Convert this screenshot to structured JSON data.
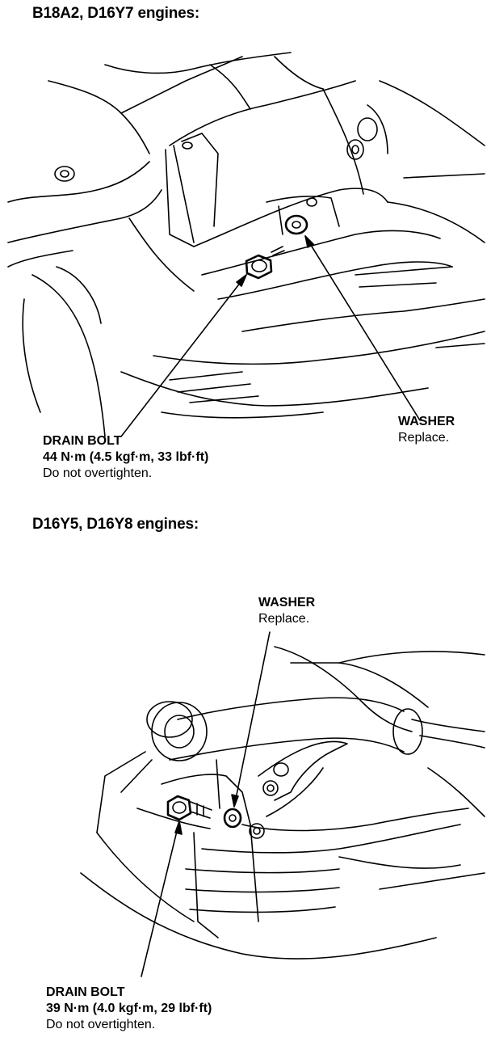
{
  "sections": [
    {
      "heading": "B18A2, D16Y7 engines:",
      "drain_bolt": {
        "name": "DRAIN BOLT",
        "torque": "44 N·m (4.5 kgf·m, 33 lbf·ft)",
        "note": "Do not overtighten."
      },
      "washer": {
        "name": "WASHER",
        "note": "Replace."
      }
    },
    {
      "heading": "D16Y5, D16Y8 engines:",
      "washer": {
        "name": "WASHER",
        "note": "Replace."
      },
      "drain_bolt": {
        "name": "DRAIN BOLT",
        "torque": "39 N·m (4.0 kgf·m, 29 lbf·ft)",
        "note": "Do not overtighten."
      }
    }
  ]
}
